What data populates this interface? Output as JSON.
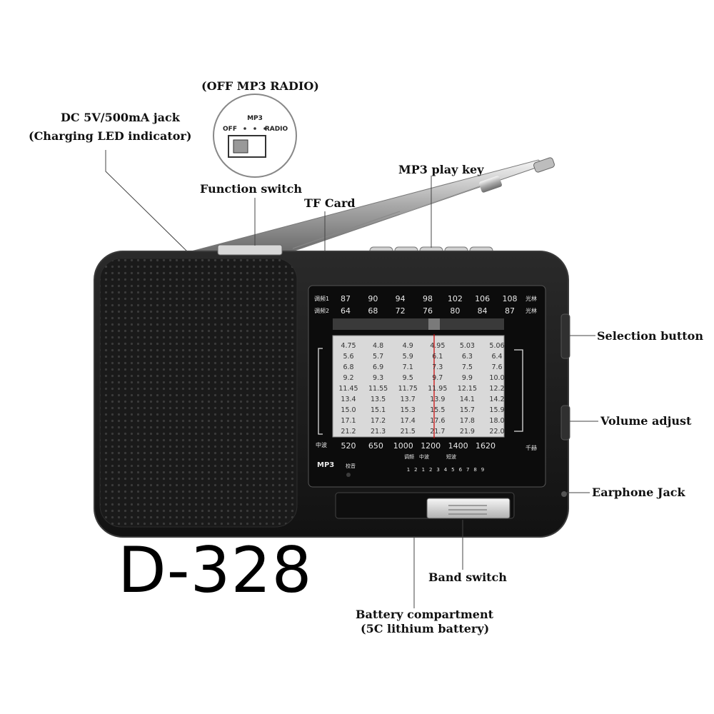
{
  "model_name": "D-328",
  "labels": {
    "switch_modes": "(OFF  MP3  RADIO)",
    "dc_jack_line1": "DC 5V/500mA jack",
    "dc_jack_line2": "(Charging LED indicator)",
    "function_switch": "Function switch",
    "tf_card": "TF Card",
    "mp3_play_key": "MP3 play key",
    "selection_button": "Selection button",
    "volume_adjust": "Volume adjust",
    "earphone_jack": "Earphone Jack",
    "band_switch": "Band switch",
    "battery_line1": "Battery compartment",
    "battery_line2": "(5C lithium battery)"
  },
  "switch_inset": {
    "top": "MP3",
    "left": "OFF",
    "right": "RADIO"
  },
  "dial": {
    "fm1_label": "调频1",
    "fm1_values": [
      "87",
      "90",
      "94",
      "98",
      "102",
      "106",
      "108"
    ],
    "fm1_end": "光林",
    "fm2_label": "调频2",
    "fm2_values": [
      "64",
      "68",
      "72",
      "76",
      "80",
      "84",
      "87"
    ],
    "fm2_end": "光林",
    "sw_rows": [
      [
        "4.75",
        "4.8",
        "4.9",
        "4.95",
        "5.03",
        "5.06"
      ],
      [
        "5.6",
        "5.7",
        "5.9",
        "6.1",
        "6.3",
        "6.4"
      ],
      [
        "6.8",
        "6.9",
        "7.1",
        "7.3",
        "7.5",
        "7.6"
      ],
      [
        "9.2",
        "9.3",
        "9.5",
        "9.7",
        "9.9",
        "10.0"
      ],
      [
        "11.45",
        "11.55",
        "11.75",
        "11.95",
        "12.15",
        "12.2"
      ],
      [
        "13.4",
        "13.5",
        "13.7",
        "13.9",
        "14.1",
        "14.2"
      ],
      [
        "15.0",
        "15.1",
        "15.3",
        "15.5",
        "15.7",
        "15.9"
      ],
      [
        "17.1",
        "17.2",
        "17.4",
        "17.6",
        "17.8",
        "18.0"
      ],
      [
        "21.2",
        "21.3",
        "21.5",
        "21.7",
        "21.9",
        "22.0"
      ]
    ],
    "mw_label": "中波",
    "mw_values": [
      "520",
      "650",
      "1000",
      "1200",
      "1400",
      "1620"
    ],
    "mw_end": "千赫",
    "mp3_badge": "MP3",
    "led_label": "校音",
    "band_labels": [
      "调频",
      "中波",
      "短波"
    ],
    "band_numbers": [
      "1",
      "2",
      "1",
      "2",
      "3",
      "4",
      "5",
      "6",
      "7",
      "8",
      "9"
    ]
  },
  "colors": {
    "body": "#1c1c1c",
    "body_edge": "#2e2e2e",
    "dial_text": "#e8e8e8",
    "sw_panel": "#d9d9d9",
    "antenna": "#c8c8c8"
  }
}
